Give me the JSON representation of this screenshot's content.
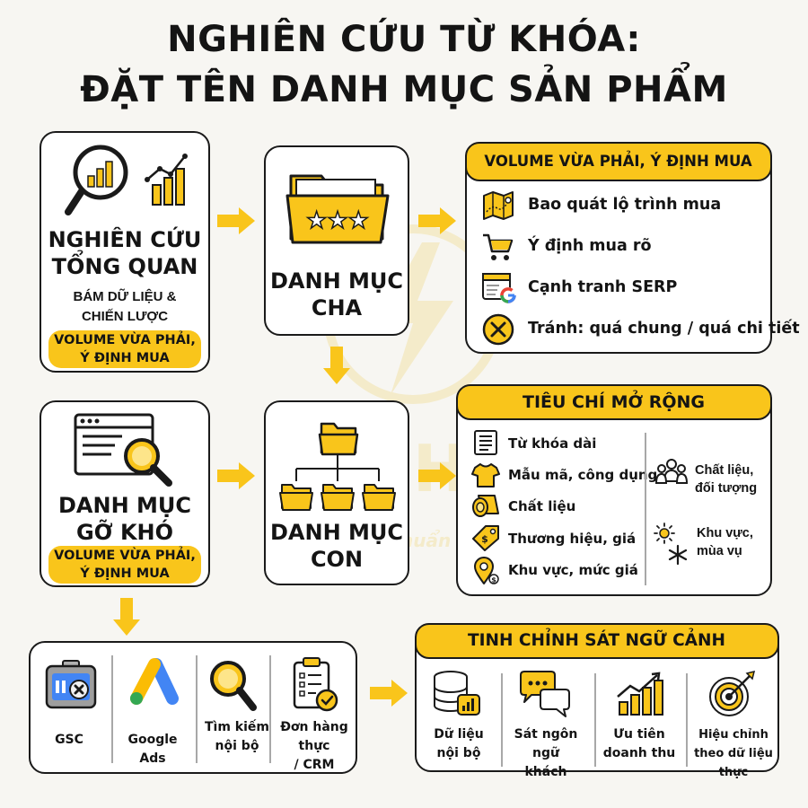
{
  "title": {
    "line1": "NGHIÊN CỨU TỪ KHÓA:",
    "line2": "ĐẶT TÊN DANH MỤC SẢN PHẨM"
  },
  "overview": {
    "heading_line1": "NGHIÊN CỨU",
    "heading_line2": "TỔNG QUAN",
    "sub_line1": "BÁM DỮ LIỆU &",
    "sub_line2": "CHIẾN LƯỢC",
    "pill_line1": "VOLUME VỪA PHẢI,",
    "pill_line2": "Ý ĐỊNH MUA"
  },
  "parent": {
    "label_line1": "DANH MỤC",
    "label_line2": "CHA"
  },
  "volume_panel": {
    "header": "VOLUME VỪA PHẢI, Ý ĐỊNH MUA",
    "items": [
      {
        "label": "Bao quát lộ trình mua",
        "icon": "map-icon"
      },
      {
        "label": "Ý định mua rõ",
        "icon": "cart-icon"
      },
      {
        "label": "Cạnh tranh SERP",
        "icon": "google-serp-icon"
      },
      {
        "label": "Tránh: quá chung / quá chi tiết",
        "icon": "close-circle-icon"
      }
    ]
  },
  "hard_category": {
    "label_line1": "DANH MỤC",
    "label_line2": "GỠ KHÓ",
    "pill_line1": "VOLUME VỪA PHẢI,",
    "pill_line2": "Ý ĐỊNH MUA"
  },
  "child": {
    "label_line1": "DANH MỤC",
    "label_line2": "CON"
  },
  "criteria_panel": {
    "header": "TIÊU CHÍ MỞ RỘNG",
    "left_items": [
      {
        "label": "Từ khóa dài",
        "icon": "list-icon"
      },
      {
        "label": "Mẫu mã, công dụng",
        "icon": "shirt-icon"
      },
      {
        "label": "Chất liệu",
        "icon": "fabric-roll-icon"
      },
      {
        "label": "Thương hiệu, giá",
        "icon": "price-tag-icon"
      },
      {
        "label": "Khu vực, mức giá",
        "icon": "location-pin-icon"
      }
    ],
    "right_items": [
      {
        "line1": "Chất liệu,",
        "line2": "đối tượng",
        "icon": "people-icon"
      },
      {
        "line1": "Khu vực,",
        "line2": "mùa vụ",
        "icon": "sun-snow-icon"
      }
    ]
  },
  "sources": {
    "items": [
      {
        "line1": "GSC",
        "line2": "",
        "icon": "gsc-icon"
      },
      {
        "line1": "Google Ads",
        "line2": "",
        "icon": "google-ads-icon"
      },
      {
        "line1": "Tìm kiếm",
        "line2": "nội bộ",
        "icon": "search-icon"
      },
      {
        "line1": "Đơn hàng thực",
        "line2": "/ CRM",
        "icon": "clipboard-check-icon"
      }
    ]
  },
  "refine_panel": {
    "header": "TINH CHỈNH SÁT NGỮ CẢNH",
    "items": [
      {
        "line1": "Dữ liệu",
        "line2": "nội bộ",
        "icon": "database-chart-icon"
      },
      {
        "line1": "Sát ngôn ngữ",
        "line2": "khách",
        "icon": "chat-bubbles-icon"
      },
      {
        "line1": "Ưu tiên",
        "line2": "doanh thu",
        "icon": "growth-chart-icon"
      },
      {
        "line1": "Hiệu chỉnh",
        "line2": "theo dữ liệu thực",
        "icon": "target-icon"
      }
    ]
  },
  "watermark": {
    "brand": "LIGHT",
    "slogan": "Marketing Chuẩn Business"
  },
  "colors": {
    "accent": "#f9c51b",
    "ink": "#1a1a1a",
    "background": "#f7f6f2"
  }
}
